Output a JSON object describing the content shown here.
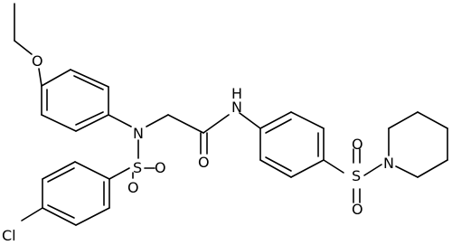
{
  "atoms": {
    "O_ether": "O",
    "N_amine": "N",
    "S_left": "S",
    "O_sulfonyl_left_1": "O",
    "O_sulfonyl_left_2": "O",
    "Cl": "Cl",
    "O_carbonyl": "O",
    "N_amide": "N",
    "H_amide": "H",
    "S_right": "S",
    "O_sulfonyl_right_1": "O",
    "O_sulfonyl_right_2": "O",
    "N_piperidine": "N"
  },
  "colors": {
    "bonds": "#000000",
    "labels": "#000000",
    "background": "#ffffff"
  }
}
